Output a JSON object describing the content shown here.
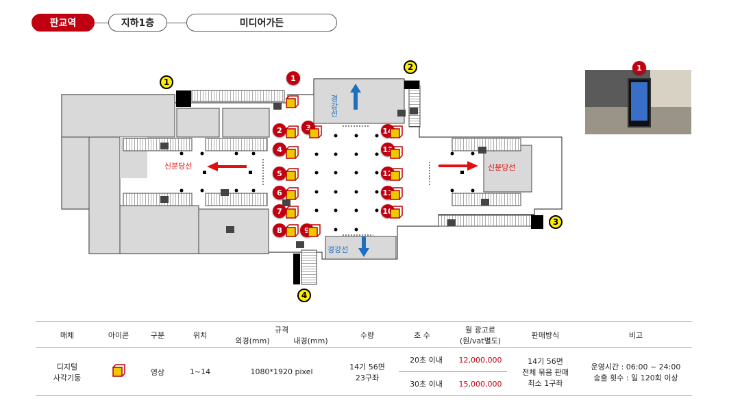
{
  "breadcrumb": {
    "station": "판교역",
    "floor": "지하1층",
    "media": "미디어가든"
  },
  "map": {
    "line_left_west": "신분당선",
    "line_right_east": "신분당선",
    "line_top": "경강선",
    "line_bottom": "경강선",
    "exits": [
      "1",
      "2",
      "3",
      "4"
    ],
    "media_markers": [
      "1",
      "2",
      "3",
      "4",
      "5",
      "6",
      "7",
      "8",
      "9",
      "10",
      "11",
      "12",
      "13",
      "14"
    ]
  },
  "photo": {
    "marker": "1"
  },
  "table": {
    "headers": {
      "media": "매체",
      "icon": "아이콘",
      "category": "구분",
      "location": "위치",
      "spec": "규격",
      "spec_outer": "외경(mm)",
      "spec_inner": "내경(mm)",
      "quantity": "수량",
      "seconds": "초 수",
      "price": "월 광고료\n(원/vat별도)",
      "price_line1": "월 광고료",
      "price_line2": "(원/vat별도)",
      "sales": "판매방식",
      "note": "비고"
    },
    "row": {
      "media_line1": "디지털",
      "media_line2": "사각기둥",
      "category": "영상",
      "location": "1~14",
      "spec": "1080*1920 pixel",
      "quantity_line1": "14기 56면",
      "quantity_line2": "23구좌",
      "seconds_a": "20초 이내",
      "price_a": "12,000,000",
      "seconds_b": "30초 이내",
      "price_b": "15,000,000",
      "sales_line1": "14기 56면",
      "sales_line2": "전체 묶음 판매",
      "sales_line3": "최소 1구좌",
      "note_line1": "운영시간 : 06:00 ~ 24:00",
      "note_line2": "송출 횟수 : 일 120회 이상"
    }
  },
  "colors": {
    "accent": "#c00010",
    "table_line": "#5bb7d9",
    "exit_marker": "#ffee00",
    "line_arrow_blue": "#1f6fc0"
  }
}
